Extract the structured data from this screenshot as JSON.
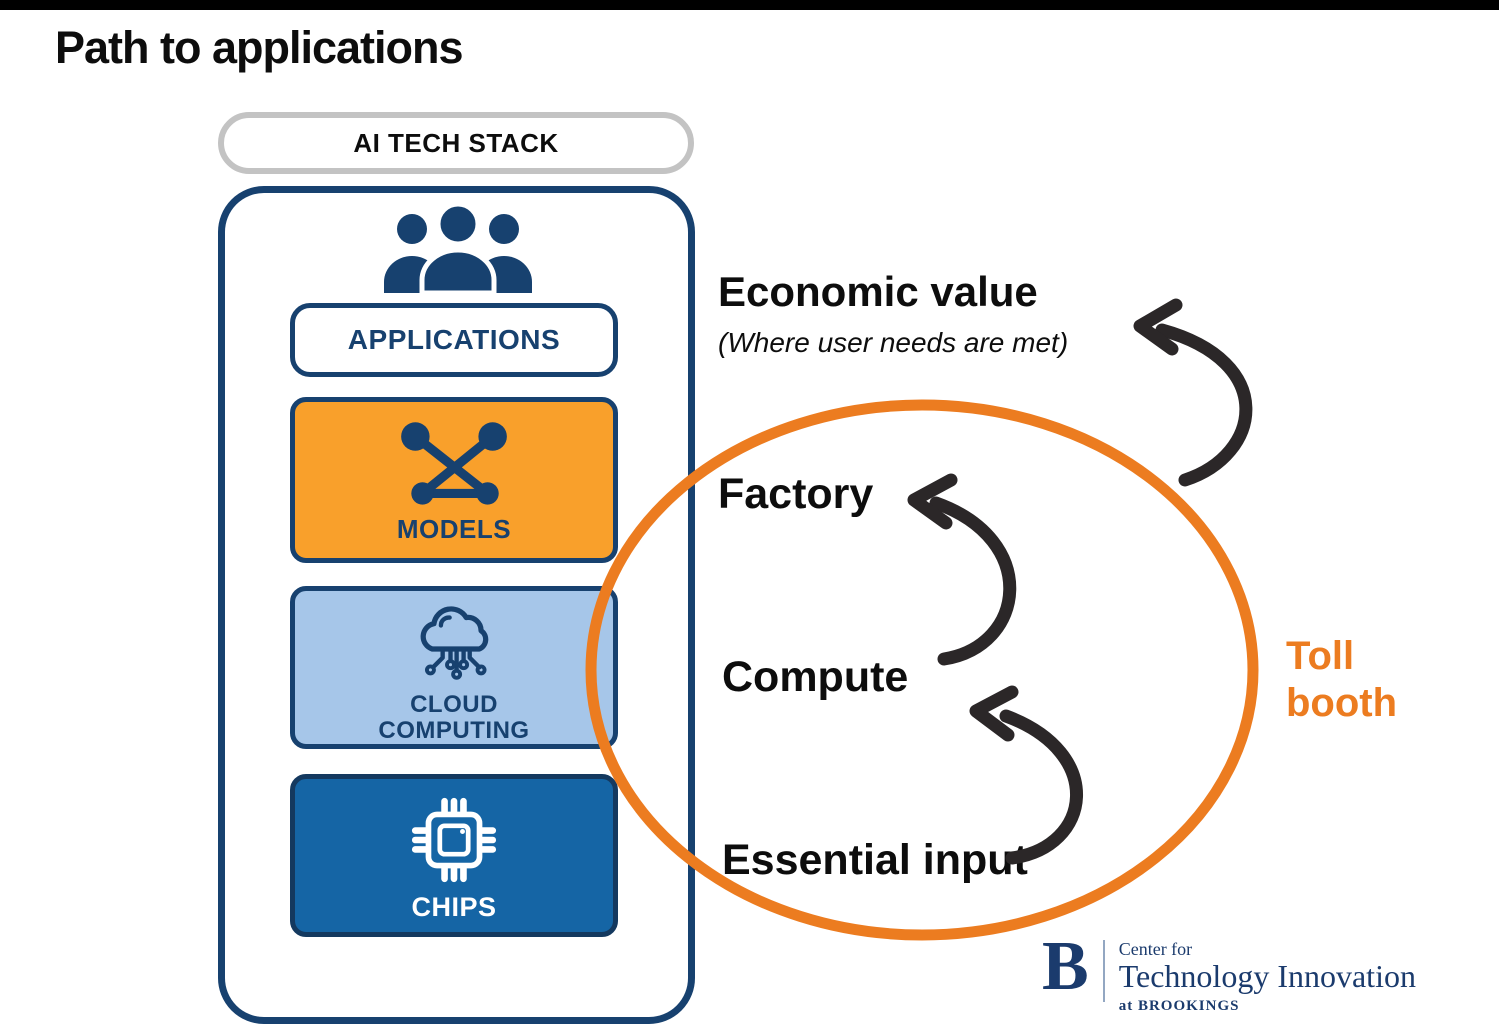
{
  "title": "Path to applications",
  "stack": {
    "header": "AI TECH STACK",
    "layers": {
      "applications": {
        "label": "APPLICATIONS"
      },
      "models": {
        "label": "MODELS"
      },
      "cloud": {
        "label_line1": "CLOUD",
        "label_line2": "COMPUTING"
      },
      "chips": {
        "label": "CHIPS"
      }
    }
  },
  "annotations": {
    "economic_value": "Economic value",
    "economic_sub": "(Where user needs are met)",
    "factory": "Factory",
    "compute": "Compute",
    "essential_input": "Essential input",
    "toll_line1": "Toll",
    "toll_line2": "booth"
  },
  "logo": {
    "b": "B",
    "line1": "Center for",
    "line2": "Technology Innovation",
    "line3": "at BROOKINGS"
  },
  "colors": {
    "navy": "#17416F",
    "navy_dark": "#14395F",
    "mid_blue": "#1565A5",
    "light_blue": "#A6C6E9",
    "amber": "#F9A02B",
    "orange": "#EC7C20",
    "gray_border": "#C3C3C3",
    "arrow": "#2B2728",
    "brookings_navy": "#1B3B6D",
    "text_black": "#0D0D0D"
  }
}
